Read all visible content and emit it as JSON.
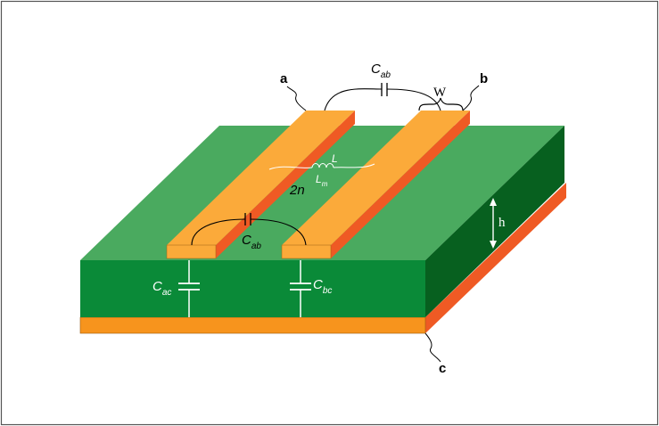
{
  "labels": {
    "a": "a",
    "b": "b",
    "c": "c",
    "cab_top_main": "C",
    "cab_top_sub": "ab",
    "cab_mid_main": "C",
    "cab_mid_sub": "ab",
    "cac_main": "C",
    "cac_sub": "ac",
    "cbc_main": "C",
    "cbc_sub": "bc",
    "width": "W",
    "height": "h",
    "L": "L",
    "Lm_main": "L",
    "Lm_sub": "m",
    "two_n": "2n"
  },
  "colors": {
    "frame": "#555555",
    "substrate_top": "#4aaa5f",
    "substrate_front": "#0a8a38",
    "substrate_side": "#07601f",
    "trace_top": "#fbaa3a",
    "trace_side": "#ef5a24",
    "ground_front": "#f7941d",
    "ground_side": "#ef5a24"
  }
}
